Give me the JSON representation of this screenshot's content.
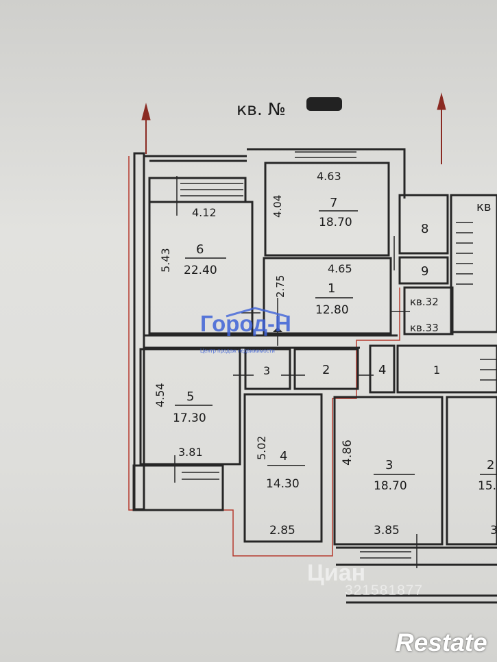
{
  "header": {
    "apartment_label": "кв. №"
  },
  "rooms": [
    {
      "num": "7",
      "area": "18.70",
      "width": "4.63",
      "depth": "4.04"
    },
    {
      "num": "6",
      "area": "22.40",
      "width": "4.12",
      "depth": "5.43"
    },
    {
      "num": "1",
      "area": "12.80",
      "width": "4.65",
      "depth": "2.75"
    },
    {
      "num": "5",
      "area": "17.30",
      "width": "3.81",
      "depth": "4.54"
    },
    {
      "num": "4",
      "area": "14.30",
      "width": "2.85",
      "depth": "5.02"
    },
    {
      "num": "3",
      "area": "18.70",
      "width": "3.85",
      "depth": "4.86"
    },
    {
      "num": "2",
      "area": "15.",
      "width": "3",
      "depth": ""
    }
  ],
  "small_rooms": {
    "r8": "8",
    "r9": "9",
    "r2": "2",
    "r3": "3",
    "r4": "4",
    "r1": "1"
  },
  "neighbours": {
    "apt_32": "кв.32",
    "apt_33": "кв.33",
    "apt_label": "кв"
  },
  "watermarks": {
    "agency": "Город-Н",
    "agency_sub": "Центр продаж недвижимости",
    "cian": "Циан",
    "cian_id": "321581877",
    "restate": "Restate"
  },
  "colors": {
    "wall": "#2a2a2a",
    "outline": "#b53a2e",
    "watermark": "#3f63d8"
  }
}
